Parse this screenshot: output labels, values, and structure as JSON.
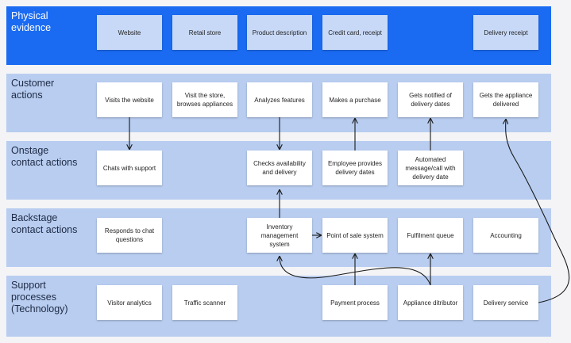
{
  "lanes": {
    "physical": "Physical\nevidence",
    "customer": "Customer\nactions",
    "onstage": "Onstage\ncontact actions",
    "backstage": "Backstage\ncontact actions",
    "support": "Support\nprocesses\n(Technology)"
  },
  "physical_evidence": {
    "website": "Website",
    "retail_store": "Retail store",
    "product_description": "Product description",
    "credit_card_receipt": "Credit card, receipt",
    "delivery_receipt": "Delivery receipt"
  },
  "customer_actions": {
    "visits_website": "Visits the website",
    "visit_store": "Visit the store, browses appliances",
    "analyzes_features": "Analyzes features",
    "makes_purchase": "Makes a purchase",
    "notified_delivery": "Gets notified of delivery dates",
    "appliance_delivered": "Gets the appliance delivered"
  },
  "onstage_actions": {
    "chats_support": "Chats with support",
    "checks_availability": "Checks availability and delivery",
    "employee_dates": "Employee provides delivery dates",
    "automated_message": "Automated message/call with delivery date"
  },
  "backstage_actions": {
    "responds_chat": "Responds to chat questions",
    "inventory_system": "Inventory management system",
    "point_of_sale": "Point of sale system",
    "fulfilment_queue": "Fulfilment queue",
    "accounting": "Accounting"
  },
  "support_processes": {
    "visitor_analytics": "Visitor analytics",
    "traffic_scanner": "Traffic scanner",
    "payment_process": "Payment process",
    "appliance_distributor": "Appliance ditributor",
    "delivery_service": "Delivery service"
  },
  "colors": {
    "physical_lane": "#1a6bf2",
    "light_lane": "#b8cdf0",
    "evidence_card": "#c8d9f7",
    "action_card": "#ffffff",
    "connector": "#1a1a1a"
  }
}
